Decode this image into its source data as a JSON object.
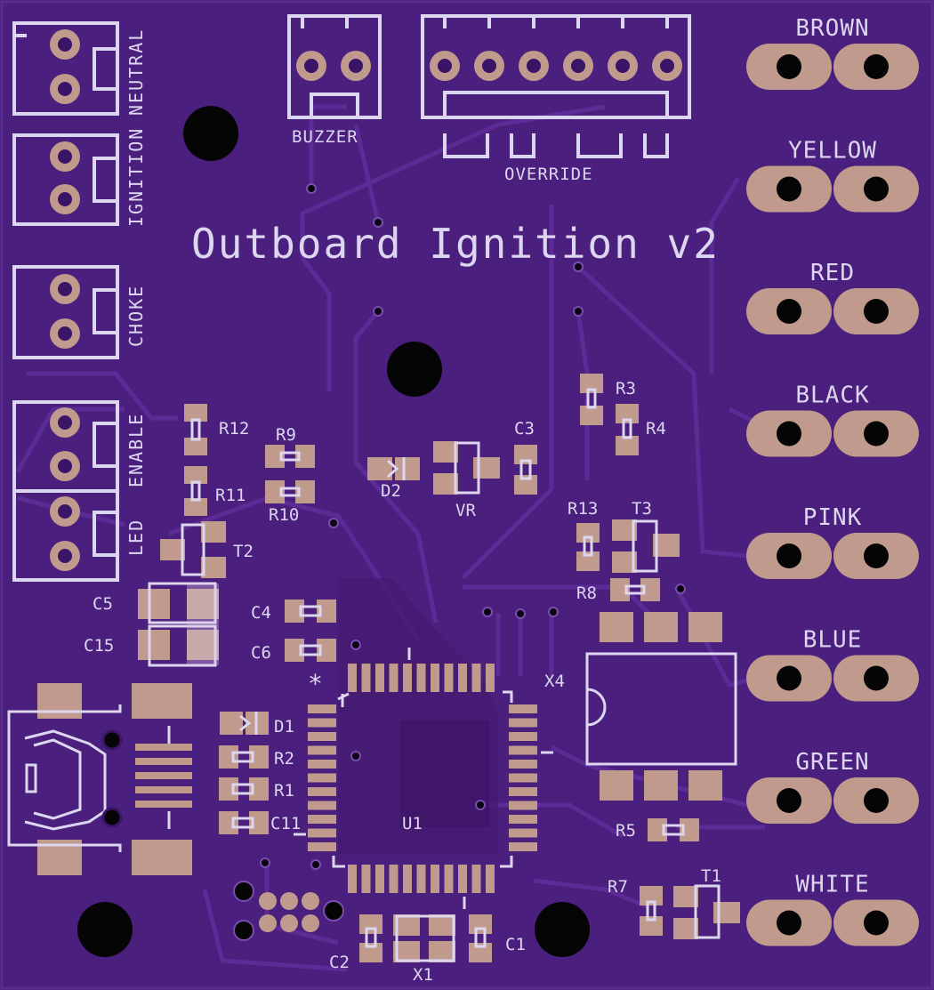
{
  "board": {
    "title": "Outboard Ignition v2"
  },
  "colors": {
    "board": "#4a1f7e",
    "trace": "#5b2a94",
    "silk": "#ddd6f0",
    "copper": "#c09a8c",
    "hole": "#050505"
  },
  "connectors": {
    "neutral": "NEUTRAL",
    "ignition": "IGNITION",
    "choke": "CHOKE",
    "enable": "ENABLE",
    "led": "LED",
    "buzzer": "BUZZER",
    "override": "OVERRIDE"
  },
  "wires": [
    "BROWN",
    "YELLOW",
    "RED",
    "BLACK",
    "PINK",
    "BLUE",
    "GREEN",
    "WHITE"
  ],
  "refs": {
    "R12": "R12",
    "R9": "R9",
    "R11": "R11",
    "R10": "R10",
    "T2": "T2",
    "D2": "D2",
    "VR": "VR",
    "C3": "C3",
    "R3": "R3",
    "R4": "R4",
    "R13": "R13",
    "T3": "T3",
    "R8": "R8",
    "C5": "C5",
    "C15": "C15",
    "C4": "C4",
    "C6": "C6",
    "X4": "X4",
    "D1": "D1",
    "R2": "R2",
    "R1": "R1",
    "C11": "C11",
    "U1": "U1",
    "R5": "R5",
    "R7": "R7",
    "T1": "T1",
    "C2": "C2",
    "X1": "X1",
    "C1": "C1",
    "pin1": "*"
  }
}
